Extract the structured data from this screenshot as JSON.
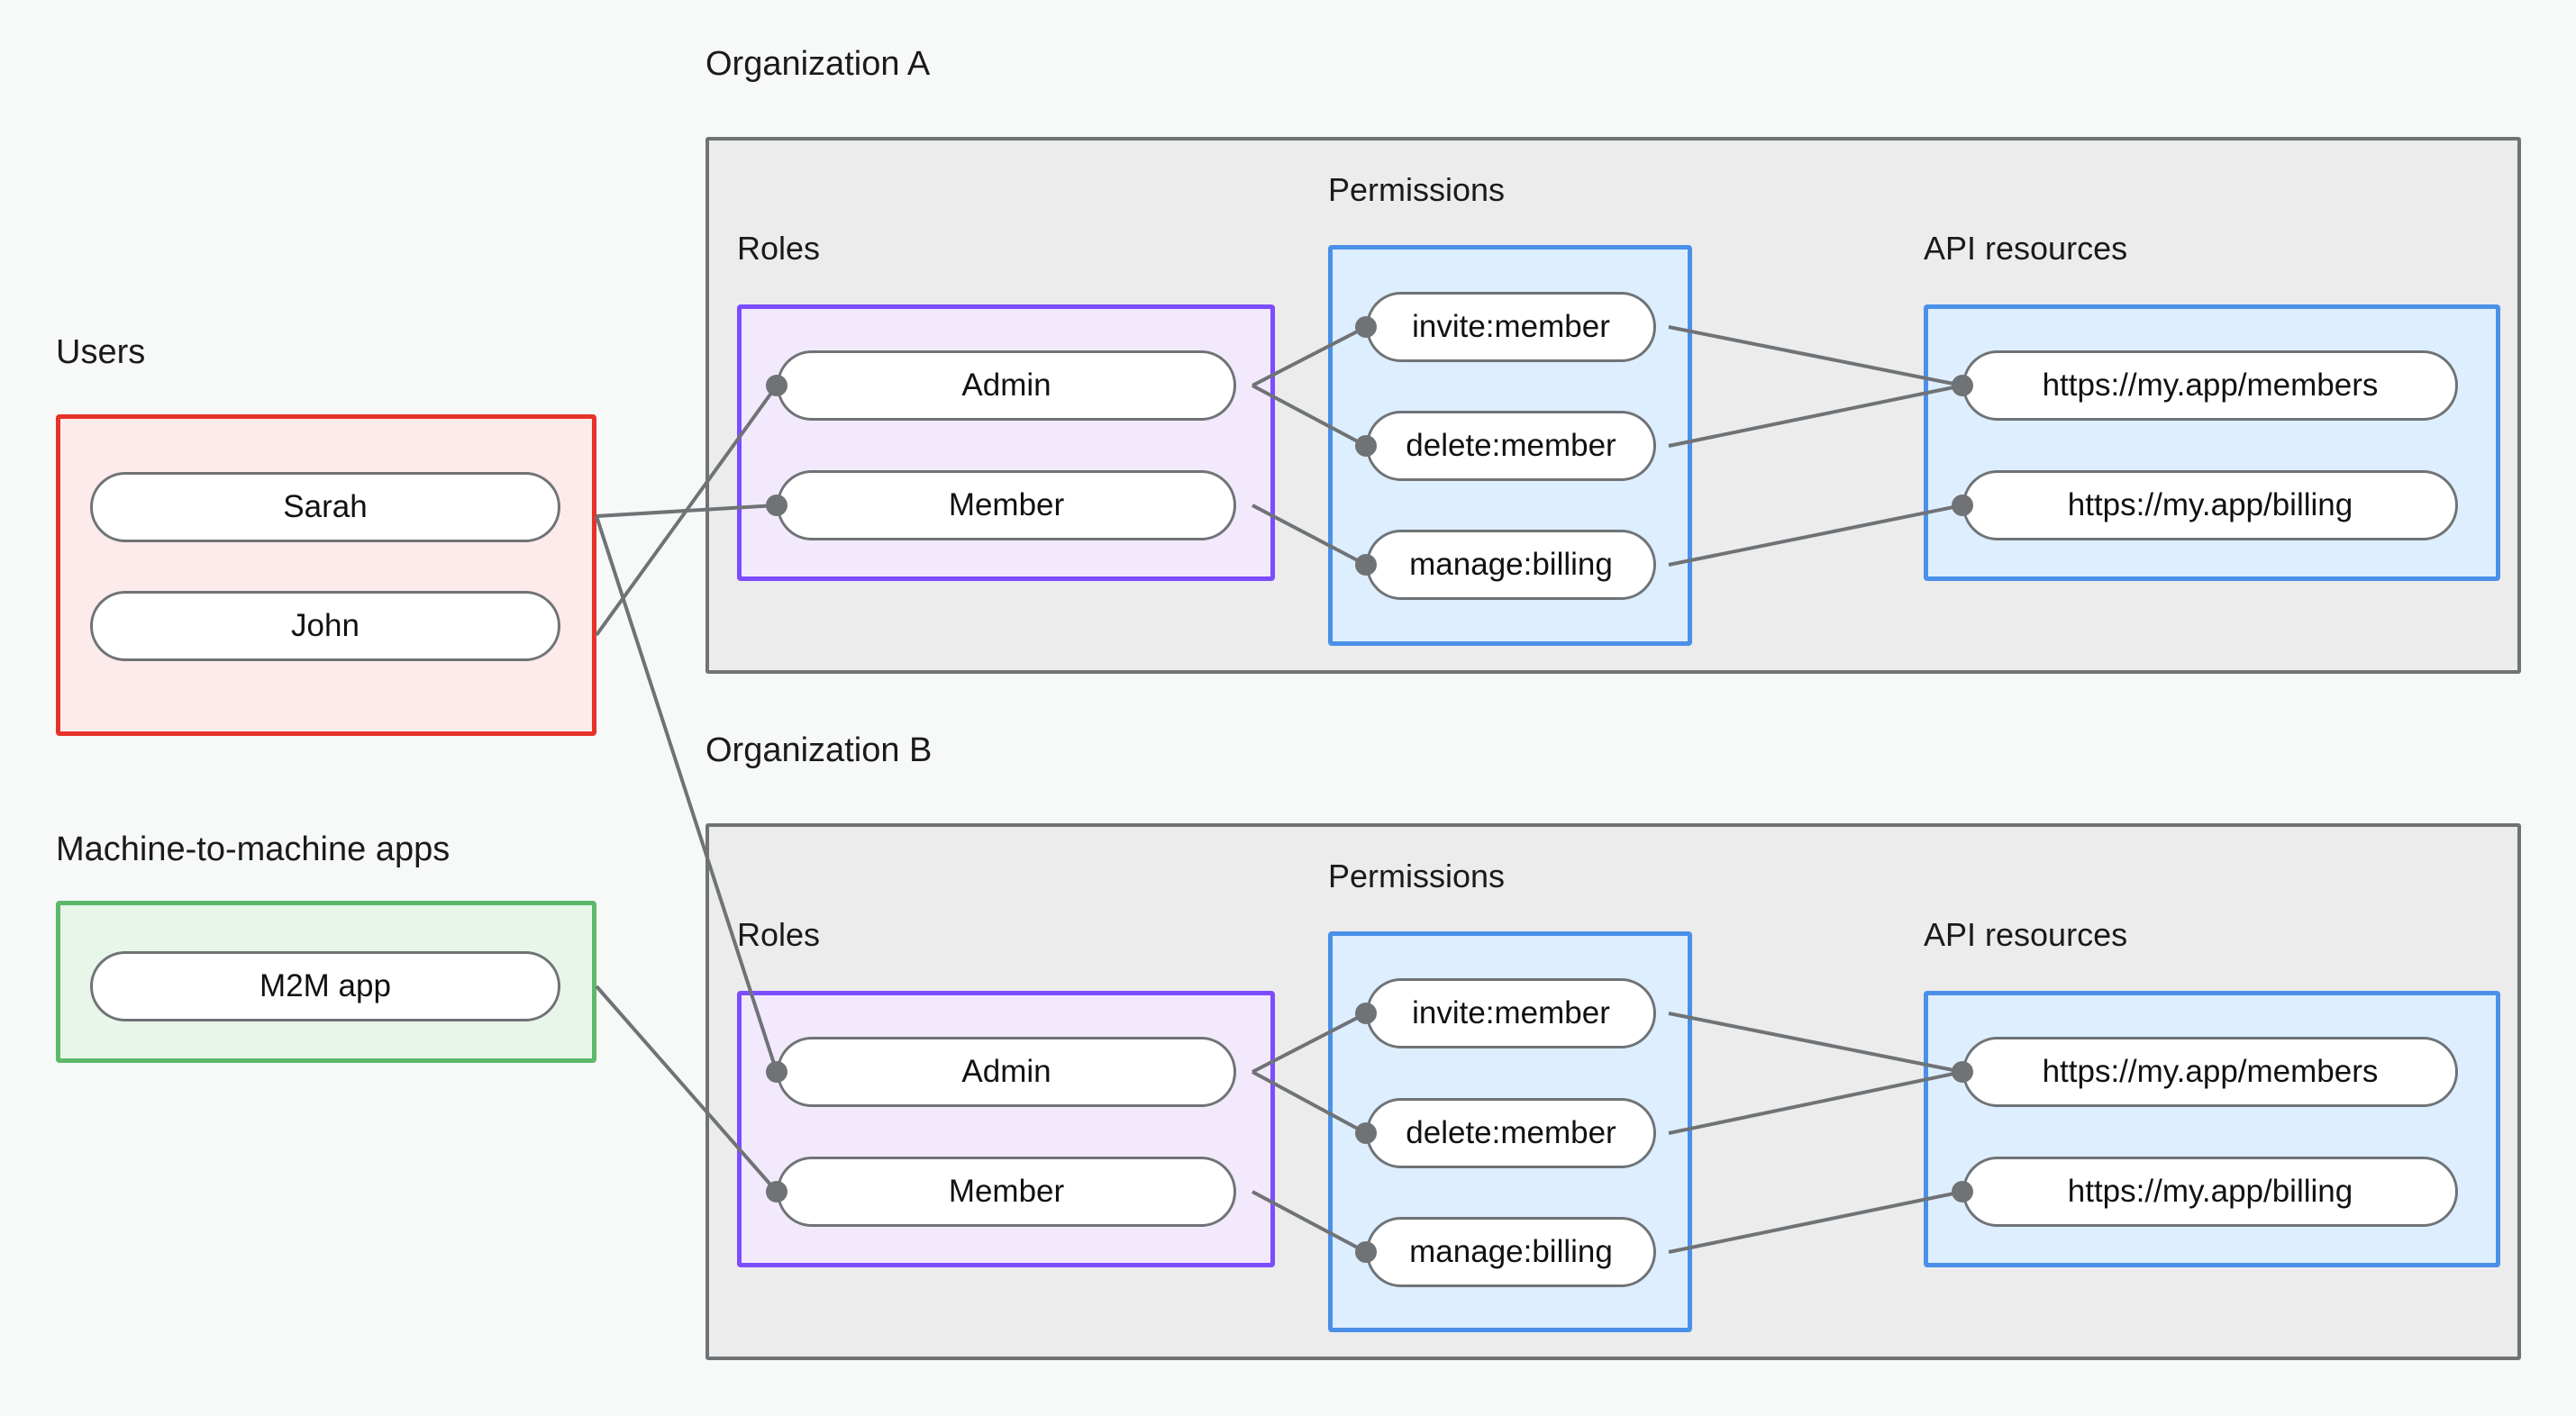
{
  "diagram": {
    "title_visible": false,
    "background_color": "#f7f8f8",
    "sections": {
      "users": {
        "label": "Users",
        "border_color": "#e63329",
        "fill_color": "#fdeaea",
        "items": [
          {
            "label": "Sarah"
          },
          {
            "label": "John"
          }
        ]
      },
      "m2m": {
        "label": "Machine-to-machine apps",
        "border_color": "#5eb86a",
        "fill_color": "#e8f5e9",
        "items": [
          {
            "label": "M2M app"
          }
        ]
      },
      "org_a": {
        "label": "Organization A",
        "border_color": "#6f7376",
        "fill_color": "#ececec",
        "roles": {
          "label": "Roles",
          "border_color": "#7c4dff",
          "fill_color": "#f2e9fd",
          "items": [
            {
              "label": "Admin"
            },
            {
              "label": "Member"
            }
          ]
        },
        "permissions": {
          "label": "Permissions",
          "border_color": "#4a90e8",
          "fill_color": "#ddeeff",
          "items": [
            {
              "label": "invite:member"
            },
            {
              "label": "delete:member"
            },
            {
              "label": "manage:billing"
            }
          ]
        },
        "api_resources": {
          "label": "API resources",
          "border_color": "#4a90e8",
          "fill_color": "#ddeeff",
          "items": [
            {
              "label": "https://my.app/members"
            },
            {
              "label": "https://my.app/billing"
            }
          ]
        }
      },
      "org_b": {
        "label": "Organization B",
        "border_color": "#6f7376",
        "fill_color": "#ececec",
        "roles": {
          "label": "Roles",
          "border_color": "#7c4dff",
          "fill_color": "#f2e9fd",
          "items": [
            {
              "label": "Admin"
            },
            {
              "label": "Member"
            }
          ]
        },
        "permissions": {
          "label": "Permissions",
          "border_color": "#4a90e8",
          "fill_color": "#ddeeff",
          "items": [
            {
              "label": "invite:member"
            },
            {
              "label": "delete:member"
            },
            {
              "label": "manage:billing"
            }
          ]
        },
        "api_resources": {
          "label": "API resources",
          "border_color": "#4a90e8",
          "fill_color": "#ddeeff",
          "items": [
            {
              "label": "https://my.app/members"
            },
            {
              "label": "https://my.app/billing"
            }
          ]
        }
      }
    },
    "connections": [
      {
        "from": "Sarah",
        "to": "Organization A / Member"
      },
      {
        "from": "Sarah",
        "to": "Organization B / Admin"
      },
      {
        "from": "John",
        "to": "Organization A / Admin"
      },
      {
        "from": "M2M app",
        "to": "Organization B / Member"
      },
      {
        "from": "Organization A / Admin",
        "to": "invite:member"
      },
      {
        "from": "Organization A / Admin",
        "to": "delete:member"
      },
      {
        "from": "Organization A / Member",
        "to": "manage:billing"
      },
      {
        "from": "Organization A / invite:member",
        "to": "https://my.app/members"
      },
      {
        "from": "Organization A / delete:member",
        "to": "https://my.app/members"
      },
      {
        "from": "Organization A / manage:billing",
        "to": "https://my.app/billing"
      },
      {
        "from": "Organization B / Admin",
        "to": "invite:member"
      },
      {
        "from": "Organization B / Admin",
        "to": "delete:member"
      },
      {
        "from": "Organization B / Member",
        "to": "manage:billing"
      },
      {
        "from": "Organization B / invite:member",
        "to": "https://my.app/members"
      },
      {
        "from": "Organization B / delete:member",
        "to": "https://my.app/members"
      },
      {
        "from": "Organization B / manage:billing",
        "to": "https://my.app/billing"
      }
    ],
    "edge_color": "#6f7376",
    "node_dot_color": "#6f7376"
  }
}
